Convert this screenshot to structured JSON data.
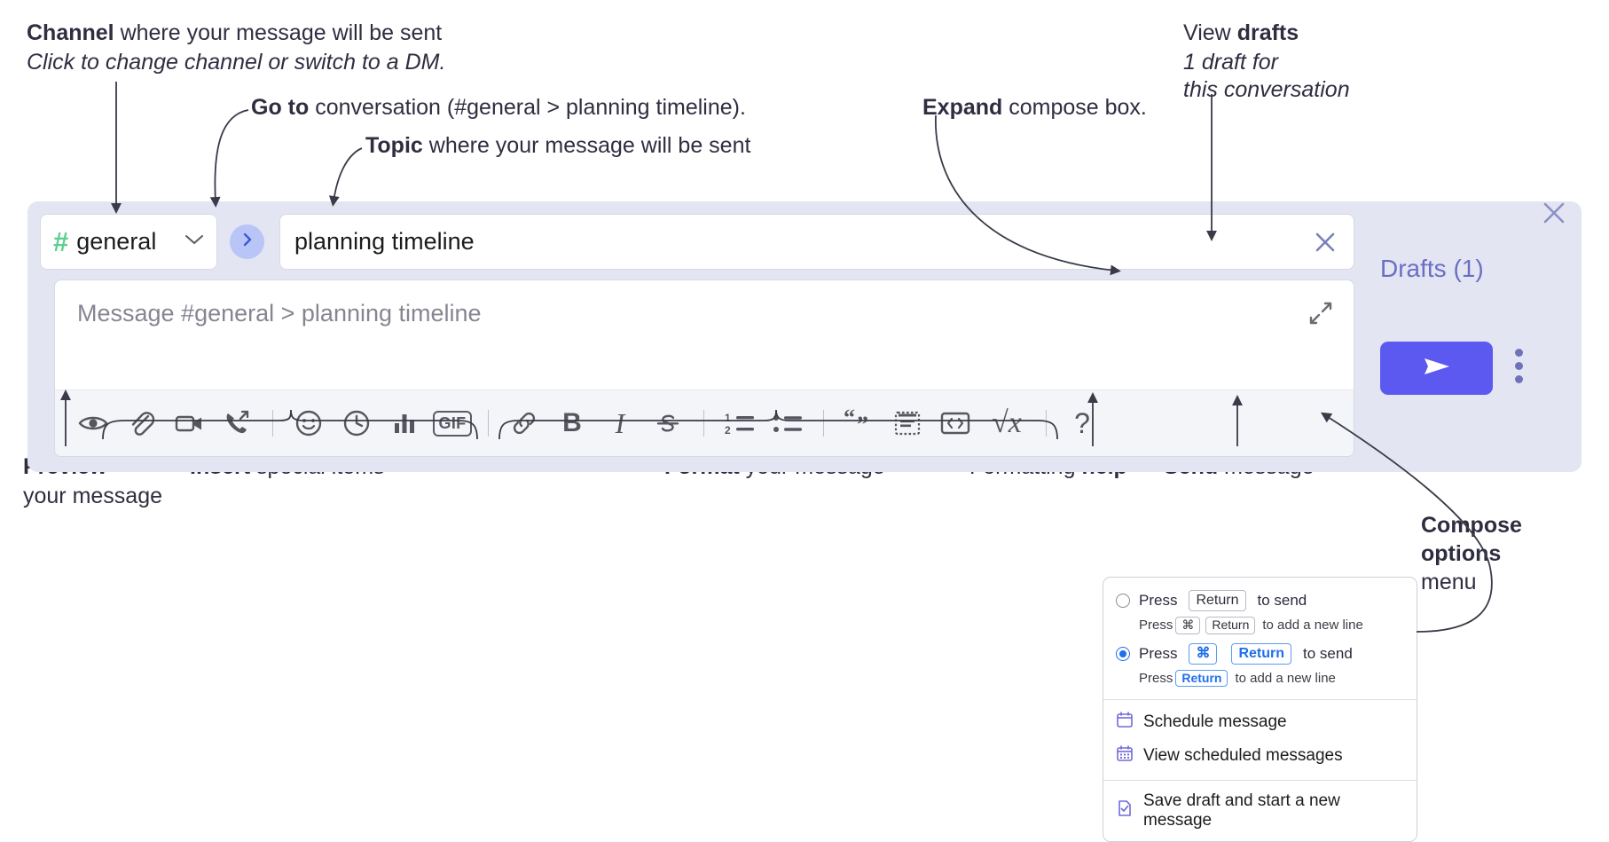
{
  "annotations": {
    "channel": {
      "bold": "Channel",
      "rest": " where your message will be sent",
      "italic": "Click to change channel or switch to a DM."
    },
    "goto": {
      "bold": "Go to",
      "rest": " conversation (#general > planning timeline)."
    },
    "topic": {
      "bold": "Topic",
      "rest": " where your message will be sent"
    },
    "expand": {
      "bold": "Expand",
      "rest": " compose box."
    },
    "drafts": {
      "plain": "View ",
      "bold": "drafts",
      "italic1": "1 draft for",
      "italic2": "this conversation"
    },
    "preview": {
      "bold": "Preview",
      "rest": "your message"
    },
    "insert": {
      "bold": "Insert",
      "rest": " special items"
    },
    "format": {
      "bold": "Format",
      "rest": " your message"
    },
    "help": {
      "plain": "Formatting ",
      "bold": "help"
    },
    "send": {
      "bold": "Send",
      "rest": " message"
    },
    "compose_options": {
      "bold1": "Compose",
      "bold2": "options",
      "plain": "menu"
    }
  },
  "compose": {
    "channel_name": "general",
    "hash_symbol": "#",
    "topic_value": "planning timeline",
    "message_placeholder": "Message #general > planning timeline",
    "drafts_label": "Drafts (1)",
    "gif_label": "GIF",
    "bold_label": "B",
    "italic_label": "I",
    "strike_label": "S",
    "help_label": "?",
    "math_label": "√x"
  },
  "options_menu": {
    "option1": {
      "press": "Press",
      "key": "Return",
      "suffix": "to send",
      "sub_press": "Press",
      "sub_key1": "⌘",
      "sub_key2": "Return",
      "sub_suffix": "to add a new line",
      "selected": false
    },
    "option2": {
      "press": "Press",
      "key1": "⌘",
      "key2": "Return",
      "suffix": "to send",
      "sub_press": "Press",
      "sub_key": "Return",
      "sub_suffix": "to add a new line",
      "selected": true
    },
    "items": [
      {
        "label": "Schedule message",
        "icon": "calendar-icon"
      },
      {
        "label": "View scheduled messages",
        "icon": "calendar-grid-icon"
      },
      {
        "label": "Save draft and start a new message",
        "icon": "document-check-icon"
      }
    ]
  },
  "colors": {
    "panel_bg": "#e3e5f2",
    "send_purple": "#5b59f0",
    "hash_green": "#5ece8f",
    "drafts_purple": "#6a6fc4",
    "accent_blue": "#1f6feb"
  }
}
